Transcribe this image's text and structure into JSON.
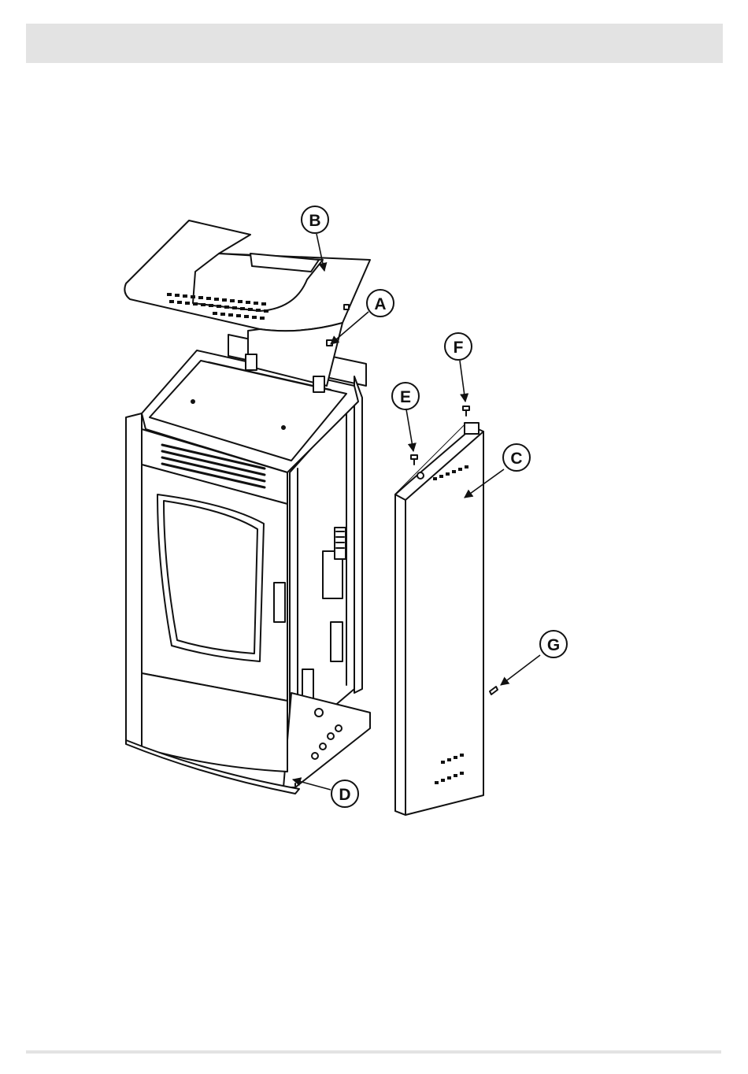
{
  "colors": {
    "header_bar": "#e3e3e3",
    "line": "#111111",
    "fill": "#ffffff",
    "callout_fill": "#ffffff"
  },
  "callouts": {
    "A": "A",
    "B": "B",
    "C": "C",
    "D": "D",
    "E": "E",
    "F": "F",
    "G": "G"
  }
}
